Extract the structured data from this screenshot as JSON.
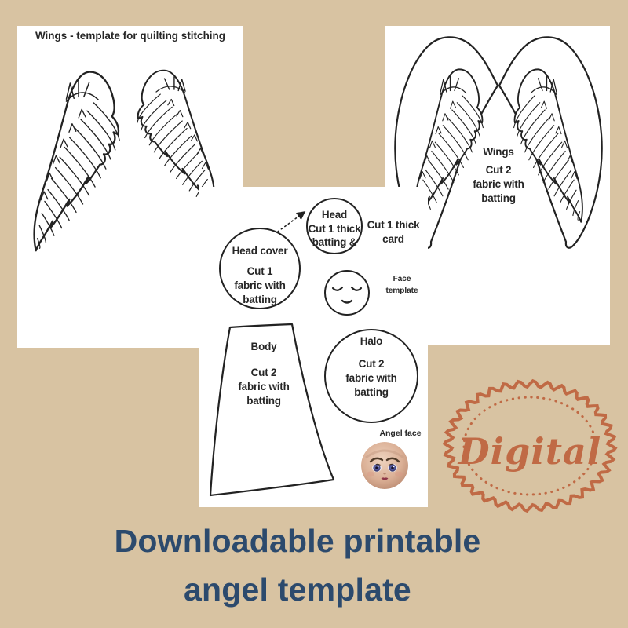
{
  "page": {
    "background_color": "#d8c3a2",
    "ink_color": "#222222"
  },
  "left_sheet": {
    "title": "Wings - template for quilting stitching"
  },
  "right_sheet": {
    "wings_label": {
      "name": "Wings",
      "cut": "Cut 2",
      "material1": "fabric with",
      "material2": "batting"
    }
  },
  "middle_sheet": {
    "head_cover": {
      "name": "Head cover",
      "cut": "Cut 1",
      "material1": "fabric with",
      "material2": "batting"
    },
    "head": {
      "name": "Head",
      "cut": "Cut 1 thick",
      "material": "batting &"
    },
    "head_note": {
      "line1": "Cut 1 thick",
      "line2": "card"
    },
    "face_label": {
      "line1": "Face",
      "line2": "template"
    },
    "body": {
      "name": "Body",
      "cut": "Cut 2",
      "material1": "fabric with",
      "material2": "batting"
    },
    "halo": {
      "name": "Halo",
      "cut": "Cut 2",
      "material1": "fabric with",
      "material2": "batting"
    },
    "angel_face_label": "Angel face"
  },
  "stamp": {
    "text": "Digital",
    "color": "#c06a45"
  },
  "caption": {
    "line1": "Downloadable printable",
    "line2": "angel template",
    "color": "#2c4a6d"
  },
  "artwork": {
    "left_wing": "angel-wing-line-drawing",
    "right_wing": "angel-wing-line-drawing-mirrored",
    "joined_wings": "double-wing-outline-drawing",
    "face_sketch": "closed-eyes-smiling-face-drawing",
    "body_shape": "dress-body-template-shape",
    "angel_face_image": "painted-doll-face",
    "stamp_border": "scalloped-seal-with-dotted-ring"
  }
}
